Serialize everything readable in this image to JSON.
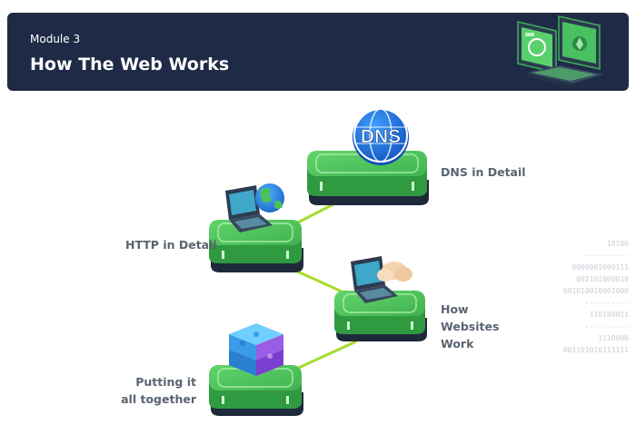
{
  "header": {
    "module_label": "Module 3",
    "title": "How The Web Works"
  },
  "rooms": [
    {
      "label": "DNS in Detail",
      "icon": "dns-globe-icon"
    },
    {
      "label": "HTTP in Detail",
      "icon": "laptop-globe-icon"
    },
    {
      "label": "How Websites Work",
      "icon": "laptop-cloud-icon"
    },
    {
      "label": "Putting it all together",
      "icon": "puzzle-cube-icon"
    }
  ],
  "dns_badge_text": "DNS",
  "binary_lines": [
    "10100",
    "----------",
    "0000001000111",
    "001101000010",
    "001010010001000",
    "----------",
    "110100011",
    "----------",
    "1110000",
    "001101010111111"
  ],
  "colors": {
    "header_bg": "#1f2b46",
    "platform_top": "#4fc65a",
    "platform_side": "#2f9a40",
    "connector": "#a6dc2c"
  }
}
